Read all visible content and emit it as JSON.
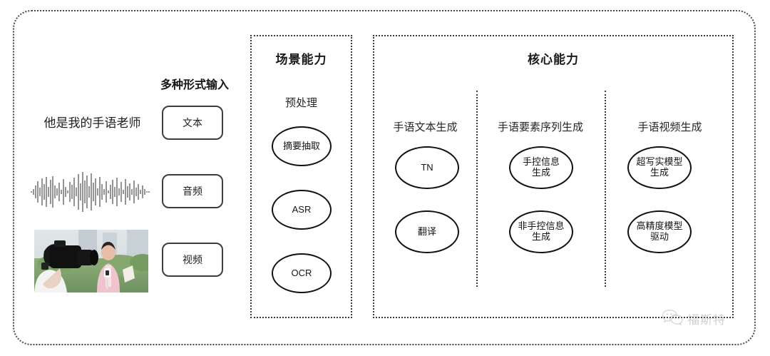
{
  "input_section": {
    "heading": "多种形式输入",
    "sentence": "他是我的手语老师",
    "chips": [
      {
        "label": "文本",
        "icon": "text-icon"
      },
      {
        "label": "音频",
        "icon": "audio-waveform-icon"
      },
      {
        "label": "视频",
        "icon": "video-thumbnail-icon"
      }
    ],
    "waveform_alt": "audio-waveform",
    "video_alt": "camera-operator-filming-reporter"
  },
  "scene_panel": {
    "title": "场景能力",
    "group_label": "预处理",
    "nodes": [
      "摘要抽取",
      "ASR",
      "OCR"
    ]
  },
  "core_panel": {
    "title": "核心能力",
    "columns": [
      {
        "label": "手语文本生成",
        "nodes": [
          "TN",
          "翻译"
        ]
      },
      {
        "label": "手语要素序列生成",
        "nodes": [
          "手控信息\n生成",
          "非手控信息\n生成"
        ]
      },
      {
        "label": "手语视频生成",
        "nodes": [
          "超写实模型\n生成",
          "高精度模型\n驱动"
        ]
      }
    ]
  },
  "watermark": {
    "icon": "wechat-icon",
    "text": "福斯特"
  },
  "colors": {
    "frame": "#4a4a50",
    "panel_border": "#3a3a40",
    "node_border": "#111111",
    "chip_border": "#3d3d44",
    "text": "#1c1c1c",
    "watermark": "#9a9a9a"
  }
}
